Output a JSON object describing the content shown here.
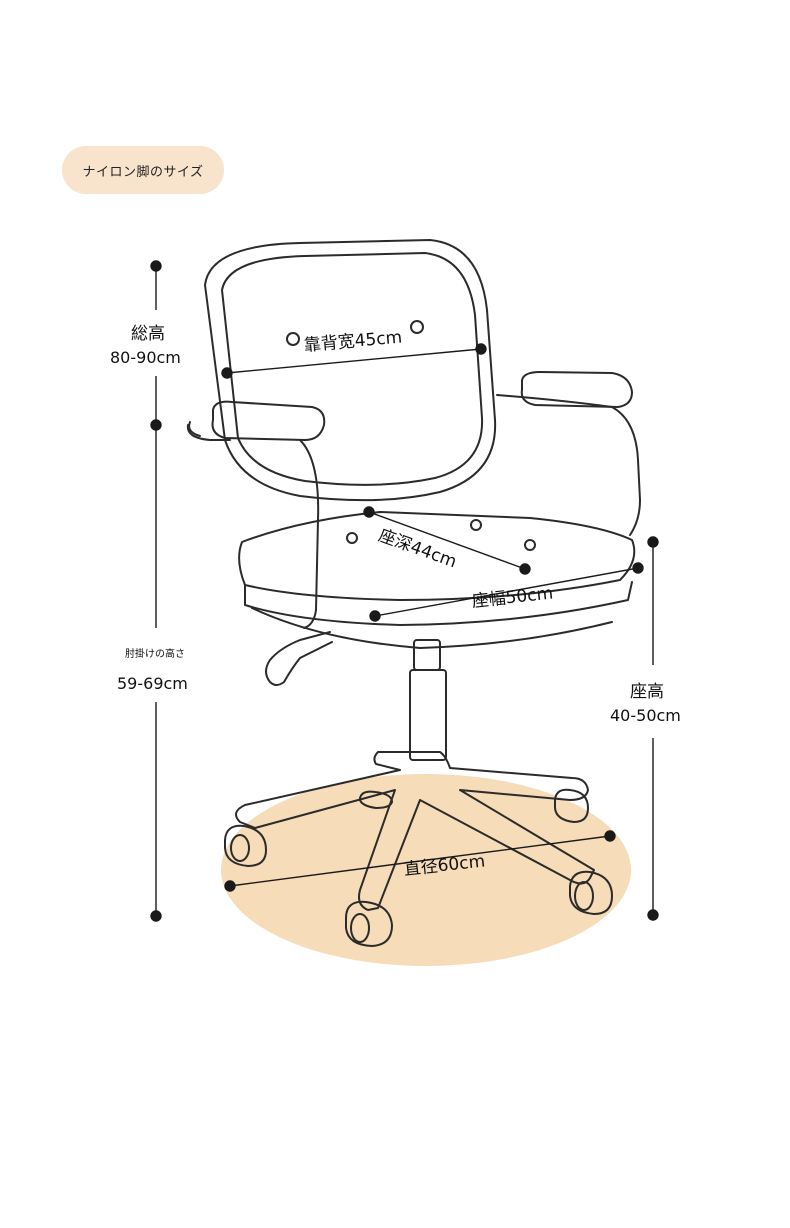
{
  "badge": {
    "label": "ナイロン脚のサイズ",
    "color": "#f8e3cc"
  },
  "dimensions": {
    "total_height": {
      "title": "総高",
      "value": "80-90cm"
    },
    "backrest_width": {
      "label": "靠背宽45cm"
    },
    "armrest_height": {
      "title": "肘掛けの高さ",
      "value": "59-69cm"
    },
    "seat_depth": {
      "label": "座深44cm"
    },
    "seat_width": {
      "label": "座幅50cm"
    },
    "seat_height": {
      "title": "座高",
      "value": "40-50cm"
    },
    "base_diameter": {
      "label": "直径60cm"
    }
  },
  "colors": {
    "line": "#1a1a1a",
    "outline": "#2b2b2b",
    "floor_ellipse": "#f6dcb8"
  },
  "icons": [
    "office-chair-illustration",
    "dimension-dot"
  ]
}
